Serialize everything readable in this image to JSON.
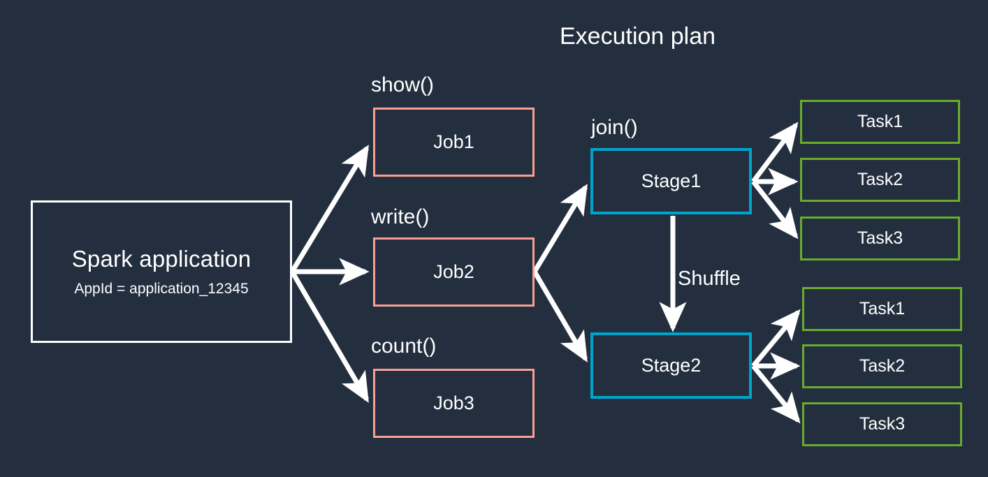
{
  "diagram": {
    "title": "Execution plan",
    "background_color": "#232f3e",
    "palette": {
      "app_border": "#ffffff",
      "job_border": "#f8a193",
      "stage_border": "#00a3ca",
      "task_border": "#6aab2e",
      "arrow": "#ffffff",
      "text": "#ffffff"
    }
  },
  "app": {
    "title": "Spark application",
    "subtitle": "AppId = application_12345"
  },
  "jobs": [
    {
      "action_label": "show()",
      "name": "Job1"
    },
    {
      "action_label": "write()",
      "name": "Job2"
    },
    {
      "action_label": "count()",
      "name": "Job3"
    }
  ],
  "stages": [
    {
      "action_label": "join()",
      "name": "Stage1"
    },
    {
      "action_label": "",
      "name": "Stage2"
    }
  ],
  "shuffle": {
    "label": "Shuffle"
  },
  "task_groups": [
    {
      "stage": "Stage1",
      "tasks": [
        "Task1",
        "Task2",
        "Task3"
      ]
    },
    {
      "stage": "Stage2",
      "tasks": [
        "Task1",
        "Task2",
        "Task3"
      ]
    }
  ]
}
